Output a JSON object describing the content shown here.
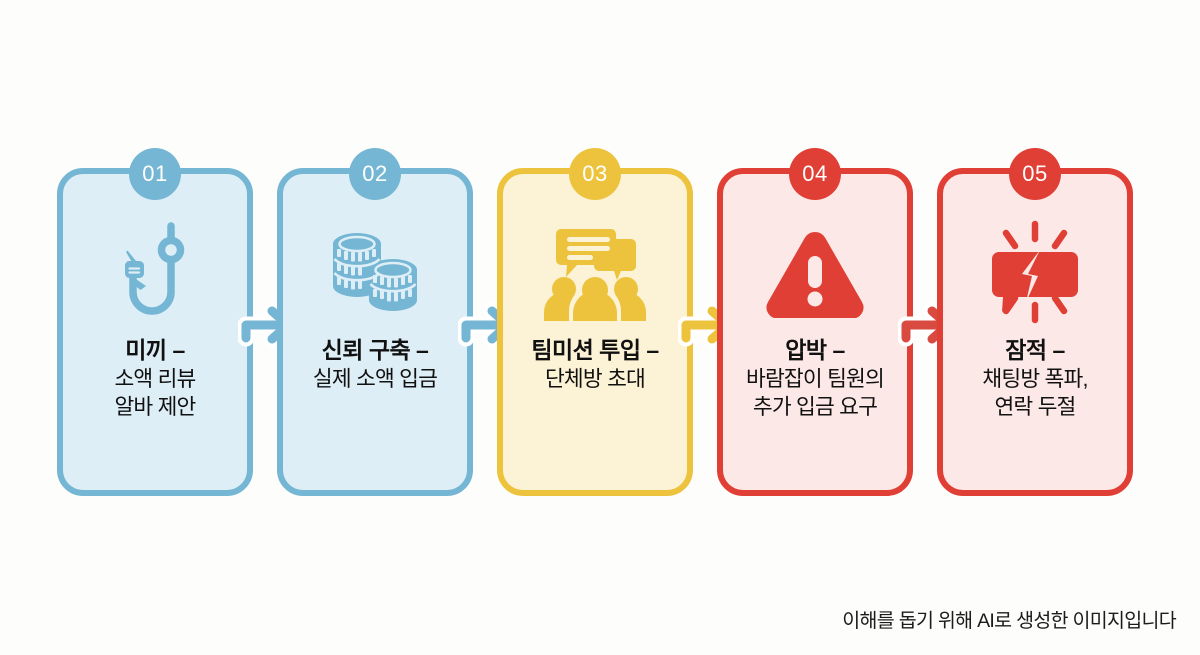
{
  "background_color": "#fdfdfc",
  "diagram": {
    "type": "process-flow",
    "orientation": "horizontal",
    "step_count": 5,
    "steps": [
      {
        "number": "01",
        "title": "미끼 –",
        "lines": [
          "소액 리뷰",
          "알바 제안"
        ],
        "icon": "fishing-hook-icon",
        "accent_color": "#74b6d3",
        "fill_color": "#ddeef7",
        "text_color": "#111111"
      },
      {
        "number": "02",
        "title": "신뢰 구축 –",
        "lines": [
          "실제 소액 입금"
        ],
        "icon": "coin-stack-icon",
        "accent_color": "#74b6d3",
        "fill_color": "#ddeef7",
        "text_color": "#111111"
      },
      {
        "number": "03",
        "title": "팀미션 투입 –",
        "lines": [
          "단체방 초대"
        ],
        "icon": "group-chat-icon",
        "accent_color": "#edc33e",
        "fill_color": "#fcf2d5",
        "text_color": "#111111"
      },
      {
        "number": "04",
        "title": "압박 –",
        "lines": [
          "바람잡이 팀원의",
          "추가 입금 요구"
        ],
        "icon": "warning-triangle-icon",
        "accent_color": "#e03f35",
        "fill_color": "#fce9e7",
        "text_color": "#111111"
      },
      {
        "number": "05",
        "title": "잠적 –",
        "lines": [
          "채팅방 폭파,",
          "연락 두절"
        ],
        "icon": "broken-chat-bubble-icon",
        "accent_color": "#e03f35",
        "fill_color": "#fce9e7",
        "text_color": "#111111"
      }
    ],
    "connectors": [
      {
        "name": "arrow-1-to-2",
        "color": "#74b6d3"
      },
      {
        "name": "arrow-2-to-3",
        "color": "#74b6d3"
      },
      {
        "name": "arrow-3-to-4",
        "color": "#edc33e"
      },
      {
        "name": "arrow-4-to-5",
        "color": "#d94b41"
      }
    ]
  },
  "footer": {
    "caption": "이해를 돕기 위해 AI로 생성한 이미지입니다"
  }
}
